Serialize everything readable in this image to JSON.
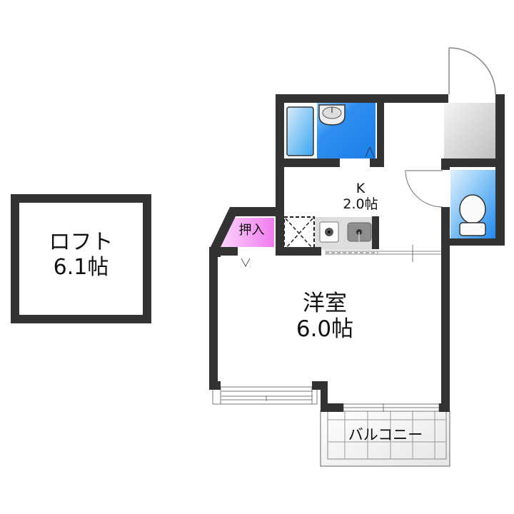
{
  "floorplan": {
    "loft": {
      "name": "ロフト",
      "area": "6.1帖"
    },
    "kitchen": {
      "name": "K",
      "area": "2.0帖"
    },
    "western_room": {
      "name": "洋室",
      "area": "6.0帖"
    },
    "closet": {
      "name": "押入"
    },
    "balcony": {
      "name": "バルコニー"
    }
  },
  "colors": {
    "wall": "#333333",
    "bath_blue": "#2f8ff0",
    "closet_pink": "#f28cf0",
    "shoe_gray": "#c8c8c8"
  }
}
